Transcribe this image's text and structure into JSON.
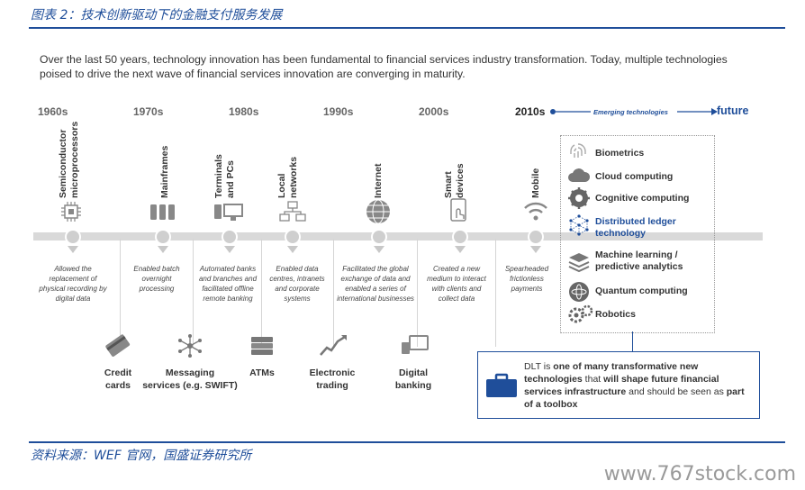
{
  "caption": "图表 2：技术创新驱动下的金融支付服务发展",
  "source": "资料来源：WEF 官网，国盛证券研究所",
  "watermark": "www.767stock.com",
  "intro": "Over the last 50 years, technology innovation has been fundamental to financial services industry transformation. Today, multiple technologies poised to drive the next wave of financial services innovation are converging in maturity.",
  "decades": [
    "1960s",
    "1970s",
    "1980s",
    "1990s",
    "2000s",
    "2010s"
  ],
  "emerging_label": "Emerging technologies",
  "future_label": "future",
  "technologies": [
    {
      "name": "Semiconductor microprocessors",
      "line1": "Semiconductor",
      "line2": "microprocessors",
      "icon": "chip-icon",
      "desc": "Allowed the replacement of physical recording by digital data"
    },
    {
      "name": "Mainframes",
      "line1": "Mainframes",
      "line2": "",
      "icon": "server-icon",
      "desc": "Enabled batch overnight processing"
    },
    {
      "name": "Terminals and PCs",
      "line1": "Terminals",
      "line2": "and PCs",
      "icon": "computer-icon",
      "desc": "Automated banks and branches and facilitated offline remote banking"
    },
    {
      "name": "Local networks",
      "line1": "Local",
      "line2": "networks",
      "icon": "network-icon",
      "desc": "Enabled data centres, intranets and corporate systems"
    },
    {
      "name": "Internet",
      "line1": "Internet",
      "line2": "",
      "icon": "globe-icon",
      "desc": "Facilitated the global exchange of data and enabled a series of international businesses"
    },
    {
      "name": "Smart devices",
      "line1": "Smart",
      "line2": "devices",
      "icon": "smart-device-icon",
      "desc": "Created a new medium to interact with clients and collect data"
    },
    {
      "name": "Mobile",
      "line1": "Mobile",
      "line2": "",
      "icon": "wifi-icon",
      "desc": "Spearheaded frictionless payments"
    }
  ],
  "innovations": [
    {
      "label1": "Credit",
      "label2": "cards",
      "icon": "credit-card-icon"
    },
    {
      "label1": "Messaging",
      "label2": "services (e.g. SWIFT)",
      "icon": "messaging-network-icon"
    },
    {
      "label1": "ATMs",
      "label2": "",
      "icon": "cash-icon"
    },
    {
      "label1": "Electronic",
      "label2": "trading",
      "icon": "trading-chart-icon"
    },
    {
      "label1": "Digital",
      "label2": "banking",
      "icon": "digital-banking-icon"
    }
  ],
  "emerging": [
    {
      "line1": "Biometrics",
      "line2": "",
      "icon": "fingerprint-icon"
    },
    {
      "line1": "Cloud computing",
      "line2": "",
      "icon": "cloud-icon"
    },
    {
      "line1": "Cognitive computing",
      "line2": "",
      "icon": "brain-gear-icon"
    },
    {
      "line1": "Distributed ledger",
      "line2": "technology",
      "icon": "ledger-network-icon"
    },
    {
      "line1": "Machine learning /",
      "line2": "predictive analytics",
      "icon": "ml-stack-icon"
    },
    {
      "line1": "Quantum computing",
      "line2": "",
      "icon": "quantum-icon"
    },
    {
      "line1": "Robotics",
      "line2": "",
      "icon": "gears-icon"
    }
  ],
  "dlt_note": {
    "p1": "DLT is ",
    "p2": "one of many transformative new technologies",
    "p3": " that ",
    "p4": "will shape future financial services infrastructure",
    "p5": " and should be seen as ",
    "p6": "part of a toolbox"
  },
  "colors": {
    "accent": "#1f4e9a",
    "timeline": "#d9d9d9",
    "icon": "#888888"
  }
}
